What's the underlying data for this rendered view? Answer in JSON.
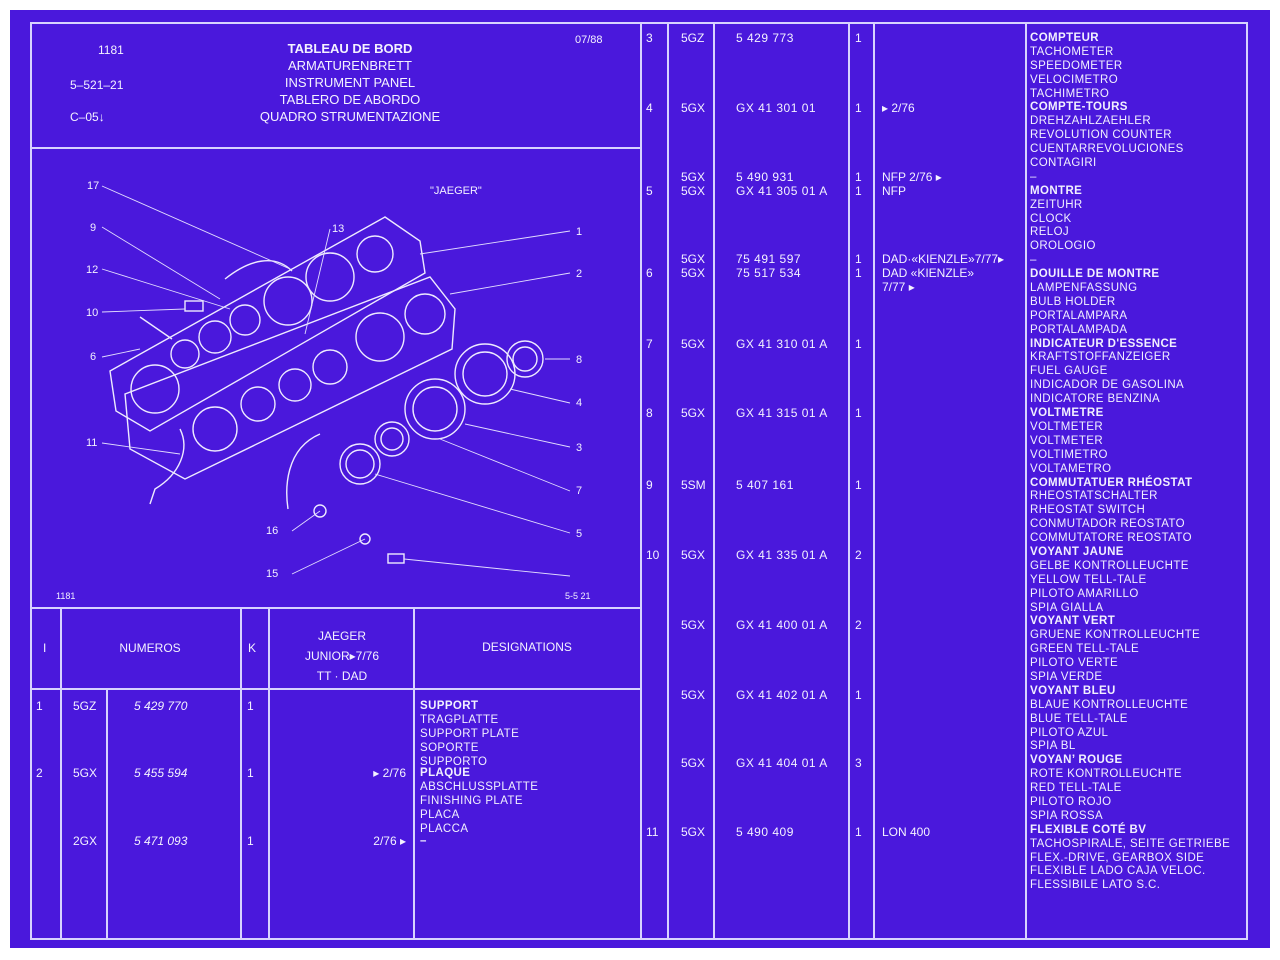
{
  "header": {
    "ref": "1181",
    "code": "5–521–21",
    "page": "C–05↓",
    "date": "07/88",
    "titles": [
      "TABLEAU DE BORD",
      "ARMATURENBRETT",
      "INSTRUMENT PANEL",
      "TABLERO DE ABORDO",
      "QUADRO STRUMENTAZIONE"
    ]
  },
  "diagram": {
    "brand": "\"JAEGER\"",
    "ref_left": "1181",
    "ref_right": "5-5   21",
    "callouts": [
      "1",
      "2",
      "3",
      "4",
      "5",
      "6",
      "7",
      "8",
      "9",
      "10",
      "11",
      "12",
      "13",
      "15",
      "16",
      "17"
    ]
  },
  "table_header": {
    "col_index": "I",
    "col_numeros": "NUMEROS",
    "col_k": "K",
    "col_app": [
      "JAEGER",
      "JUNIOR▸7/76",
      "TT · DAD"
    ],
    "col_desig": "DESIGNATIONS"
  },
  "left_rows": [
    {
      "idx": "1",
      "prefix": "5GZ",
      "number": "5 429 770",
      "qty": "1",
      "note": "",
      "desc": [
        "SUPPORT",
        "TRAGPLATTE",
        "SUPPORT PLATE",
        "SOPORTE",
        "SUPPORTO"
      ]
    },
    {
      "idx": "2",
      "prefix": "5GX",
      "number": "5 455 594",
      "qty": "1",
      "note": "▸ 2/76",
      "desc": [
        "PLAQUE",
        "ABSCHLUSSPLATTE",
        "FINISHING PLATE",
        "PLACA",
        "PLACCA"
      ]
    },
    {
      "idx": "",
      "prefix": "2GX",
      "number": "5 471 093",
      "qty": "1",
      "note": "2/76 ▸",
      "desc": [
        "–"
      ]
    }
  ],
  "right_rows": [
    {
      "idx": "3",
      "prefix": "5GZ",
      "number": "5 429 773",
      "qty": "1",
      "note": ""
    },
    {
      "idx": "4",
      "prefix": "5GX",
      "number": "GX 41 301 01",
      "qty": "1",
      "note": "▸ 2/76"
    },
    {
      "idx": "",
      "prefix": "5GX",
      "number": "5 490 931",
      "qty": "1",
      "note": "NFP      2/76 ▸"
    },
    {
      "idx": "5",
      "prefix": "5GX",
      "number": "GX 41 305 01 A",
      "qty": "1",
      "note": "NFP"
    },
    {
      "idx": "",
      "prefix": "5GX",
      "number": "75 491 597",
      "qty": "1",
      "note": "DAD·«KIENZLE»7/77▸"
    },
    {
      "idx": "6",
      "prefix": "5GX",
      "number": "75 517 534",
      "qty": "1",
      "note": "DAD «KIENZLE»"
    },
    {
      "idx": "",
      "prefix": "",
      "number": "",
      "qty": "",
      "note": "7/77 ▸"
    },
    {
      "idx": "7",
      "prefix": "5GX",
      "number": "GX 41 310 01 A",
      "qty": "1",
      "note": ""
    },
    {
      "idx": "8",
      "prefix": "5GX",
      "number": "GX 41 315 01 A",
      "qty": "1",
      "note": ""
    },
    {
      "idx": "9",
      "prefix": "5SM",
      "number": "5 407 161",
      "qty": "1",
      "note": ""
    },
    {
      "idx": "10",
      "prefix": "5GX",
      "number": "GX 41 335 01 A",
      "qty": "2",
      "note": ""
    },
    {
      "idx": "",
      "prefix": "5GX",
      "number": "GX 41 400 01 A",
      "qty": "2",
      "note": ""
    },
    {
      "idx": "",
      "prefix": "5GX",
      "number": "GX 41 402 01 A",
      "qty": "1",
      "note": ""
    },
    {
      "idx": "",
      "prefix": "5GX",
      "number": "GX 41 404 01 A",
      "qty": "3",
      "note": ""
    },
    {
      "idx": "11",
      "prefix": "5GX",
      "number": "5 490 409",
      "qty": "1",
      "note": "LON 400"
    }
  ],
  "designations": [
    "COMPTEUR",
    "TACHOMETER",
    "SPEEDOMETER",
    "VELOCIMETRO",
    "TACHIMETRO",
    "COMPTE-TOURS",
    "DREHZAHLZAEHLER",
    "REVOLUTION COUNTER",
    "CUENTARREVOLUCIONES",
    "CONTAGIRI",
    "–",
    "MONTRE",
    "ZEITUHR",
    "CLOCK",
    "RELOJ",
    "OROLOGIO",
    "–",
    "DOUILLE DE MONTRE",
    "LAMPENFASSUNG",
    "BULB HOLDER",
    "PORTALAMPARA",
    "PORTALAMPADA",
    "INDICATEUR D'ESSENCE",
    "KRAFTSTOFFANZEIGER",
    "FUEL GAUGE",
    "INDICADOR DE GASOLINA",
    "INDICATORE BENZINA",
    "VOLTMETRE",
    "VOLTMETER",
    "VOLTMETER",
    "VOLTIMETRO",
    "VOLTAMETRO",
    "COMMUTATUER RHÉOSTAT",
    "RHEOSTATSCHALTER",
    "RHEOSTAT SWITCH",
    "CONMUTADOR REOSTATO",
    "COMMUTATORE REOSTATO",
    "VOYANT JAUNE",
    "GELBE KONTROLLEUCHTE",
    "YELLOW TELL-TALE",
    "PILOTO AMARILLO",
    "SPIA GIALLA",
    "VOYANT VERT",
    "GRUENE KONTROLLEUCHTE",
    "GREEN TELL-TALE",
    "PILOTO VERTE",
    "SPIA VERDE",
    "VOYANT BLEU",
    "BLAUE KONTROLLEUCHTE",
    "BLUE TELL-TALE",
    "PILOTO AZUL",
    "SPIA BL",
    "VOYAN’ ROUGE",
    "ROTE KONTROLLEUCHTE",
    "RED TELL-TALE",
    "PILOTO ROJO",
    "SPIA ROSSA",
    "FLEXIBLE COTÉ BV",
    "TACHOSPIRALE, SEITE GETRIEBE",
    "FLEX.-DRIVE, GEARBOX SIDE",
    "FLEXIBLE LADO CAJA VELOC.",
    "FLESSIBILE LATO S.C."
  ],
  "colors": {
    "sheet": "#4a18dc",
    "ink": "#f2f0ff",
    "rule": "#d8d2ff"
  }
}
